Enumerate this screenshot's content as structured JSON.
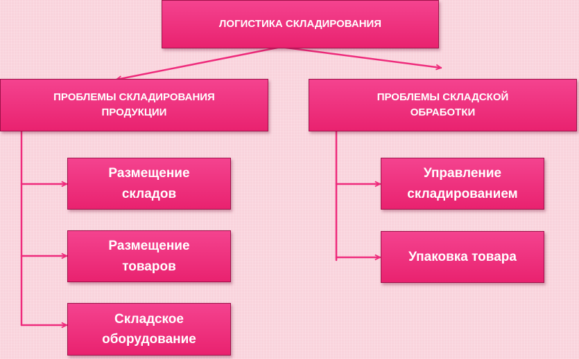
{
  "diagram": {
    "root": {
      "label": "ЛОГИСТИКА СКЛАДИРОВАНИЯ"
    },
    "categories": [
      {
        "label": "ПРОБЛЕМЫ СКЛАДИРОВАНИЯ\nПРОДУКЦИИ",
        "children": [
          "Размещение\nскладов",
          "Размещение\nтоваров",
          "Складское\nоборудование"
        ]
      },
      {
        "label": "ПРОБЛЕМЫ СКЛАДСКОЙ\nОБРАБОТКИ",
        "children": [
          "Управление\nскладированием",
          "Упаковка товара"
        ]
      }
    ]
  },
  "colors": {
    "background": "#f9d3dc",
    "box_fill": "#ec2b78",
    "box_text": "#ffffff",
    "connector": "#ee2a7b"
  }
}
